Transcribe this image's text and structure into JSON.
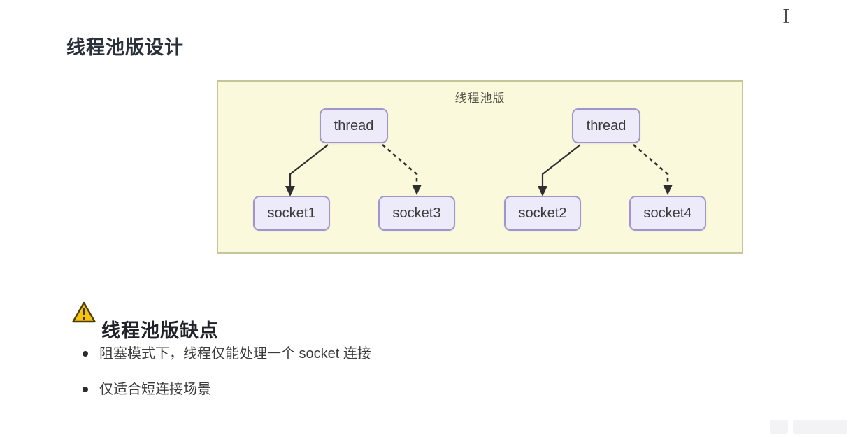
{
  "page": {
    "title": "线程池版设计",
    "background": "#ffffff",
    "cursor_glyph": "I"
  },
  "diagram": {
    "label": "线程池版",
    "container_bg": "#fbf9dc",
    "container_border": "#c6c49a",
    "node_bg": "#edeafa",
    "node_border": "#a195cf",
    "arrow_color": "#2f2f2f",
    "nodes": [
      {
        "id": "thread-a",
        "label": "thread"
      },
      {
        "id": "thread-b",
        "label": "thread"
      },
      {
        "id": "socket1",
        "label": "socket1"
      },
      {
        "id": "socket3",
        "label": "socket3"
      },
      {
        "id": "socket2",
        "label": "socket2"
      },
      {
        "id": "socket4",
        "label": "socket4"
      }
    ],
    "edges": [
      {
        "from": "thread-a",
        "to": "socket1",
        "style": "solid"
      },
      {
        "from": "thread-a",
        "to": "socket3",
        "style": "dashed"
      },
      {
        "from": "thread-b",
        "to": "socket2",
        "style": "solid"
      },
      {
        "from": "thread-b",
        "to": "socket4",
        "style": "dashed"
      }
    ]
  },
  "warning": {
    "icon_color": "#f6c312",
    "title": "线程池版缺点",
    "bullets": [
      "阻塞模式下，线程仅能处理一个 socket 连接",
      "仅适合短连接场景"
    ]
  }
}
